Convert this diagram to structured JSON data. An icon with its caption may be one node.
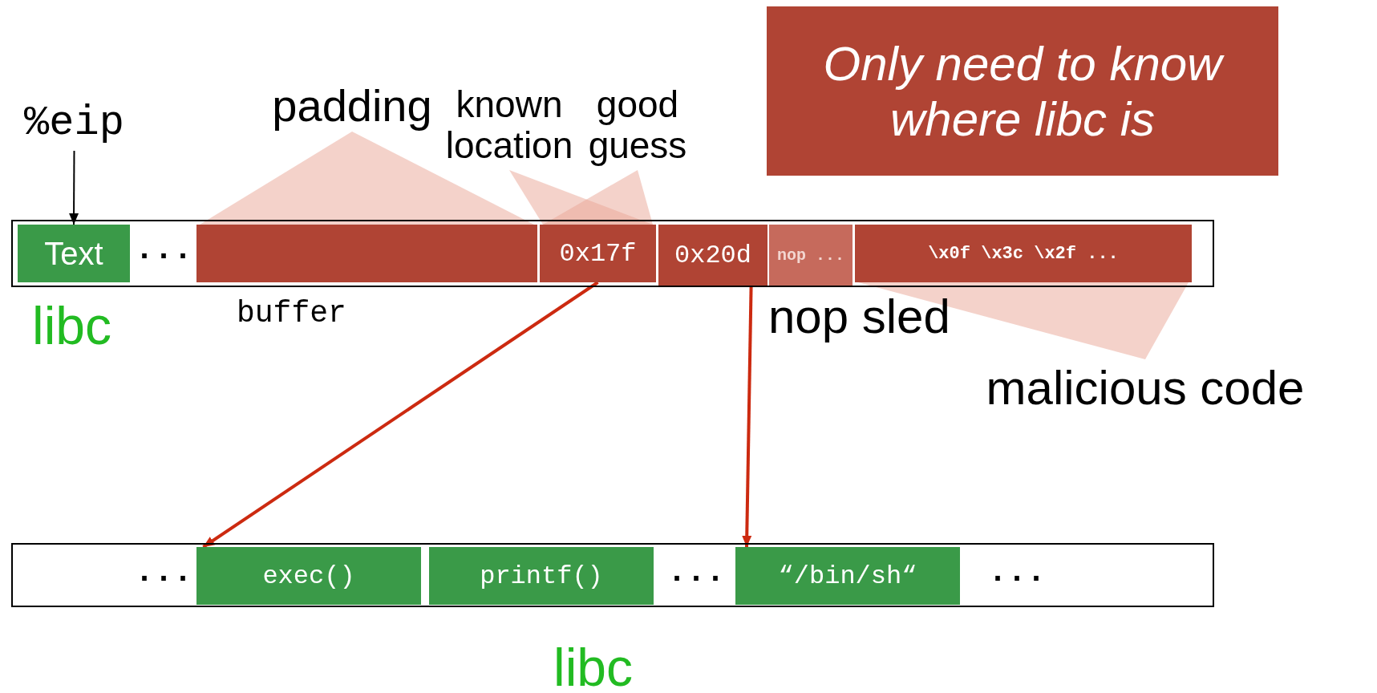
{
  "diagram": {
    "nodes": [
      {
        "text": [
          "%eip"
        ]
      },
      {
        "text": [],
        "shape": "bar"
      },
      {
        "text": [
          "Text"
        ],
        "in": 1
      },
      {
        "text": [],
        "shape": "box",
        "in": 1,
        "beside": [
          "buffer"
        ]
      },
      {
        "text": [
          "0x17f"
        ],
        "in": 1
      },
      {
        "text": [
          "0x20d"
        ],
        "in": 1
      },
      {
        "text": [
          "nop ..."
        ],
        "in": 1
      },
      {
        "text": [
          "\\x0f \\x3c \\x2f ..."
        ],
        "in": 1
      },
      {
        "text": [
          "Only need to know where libc is"
        ]
      },
      {
        "text": [],
        "shape": "bar"
      },
      {
        "text": [
          "exec()"
        ],
        "in": 9
      },
      {
        "text": [
          "printf()"
        ],
        "in": 9
      },
      {
        "text": [
          "“/bin/sh“"
        ],
        "in": 9
      },
      {
        "text": [
          "padding"
        ]
      },
      {
        "text": [
          "known location"
        ]
      },
      {
        "text": [
          "good guess"
        ]
      },
      {
        "text": [
          "malicious code"
        ]
      }
    ],
    "edges": [
      {
        "from": 0,
        "to": 2,
        "arrow": "to",
        "color": "#000000"
      },
      {
        "from": 4,
        "to": 10,
        "arrow": "to"
      },
      {
        "from": 5,
        "to": 12,
        "arrow": "to"
      },
      {
        "from": 13,
        "to": 3,
        "arrow": "none"
      },
      {
        "from": 14,
        "to": 4,
        "arrow": "none"
      },
      {
        "from": 15,
        "to": 4,
        "arrow": "none"
      },
      {
        "from": 16,
        "to": 7,
        "arrow": "none"
      }
    ],
    "labels": [
      "...",
      "libc",
      "nop sled",
      "...",
      "...",
      "...",
      "libc"
    ]
  }
}
